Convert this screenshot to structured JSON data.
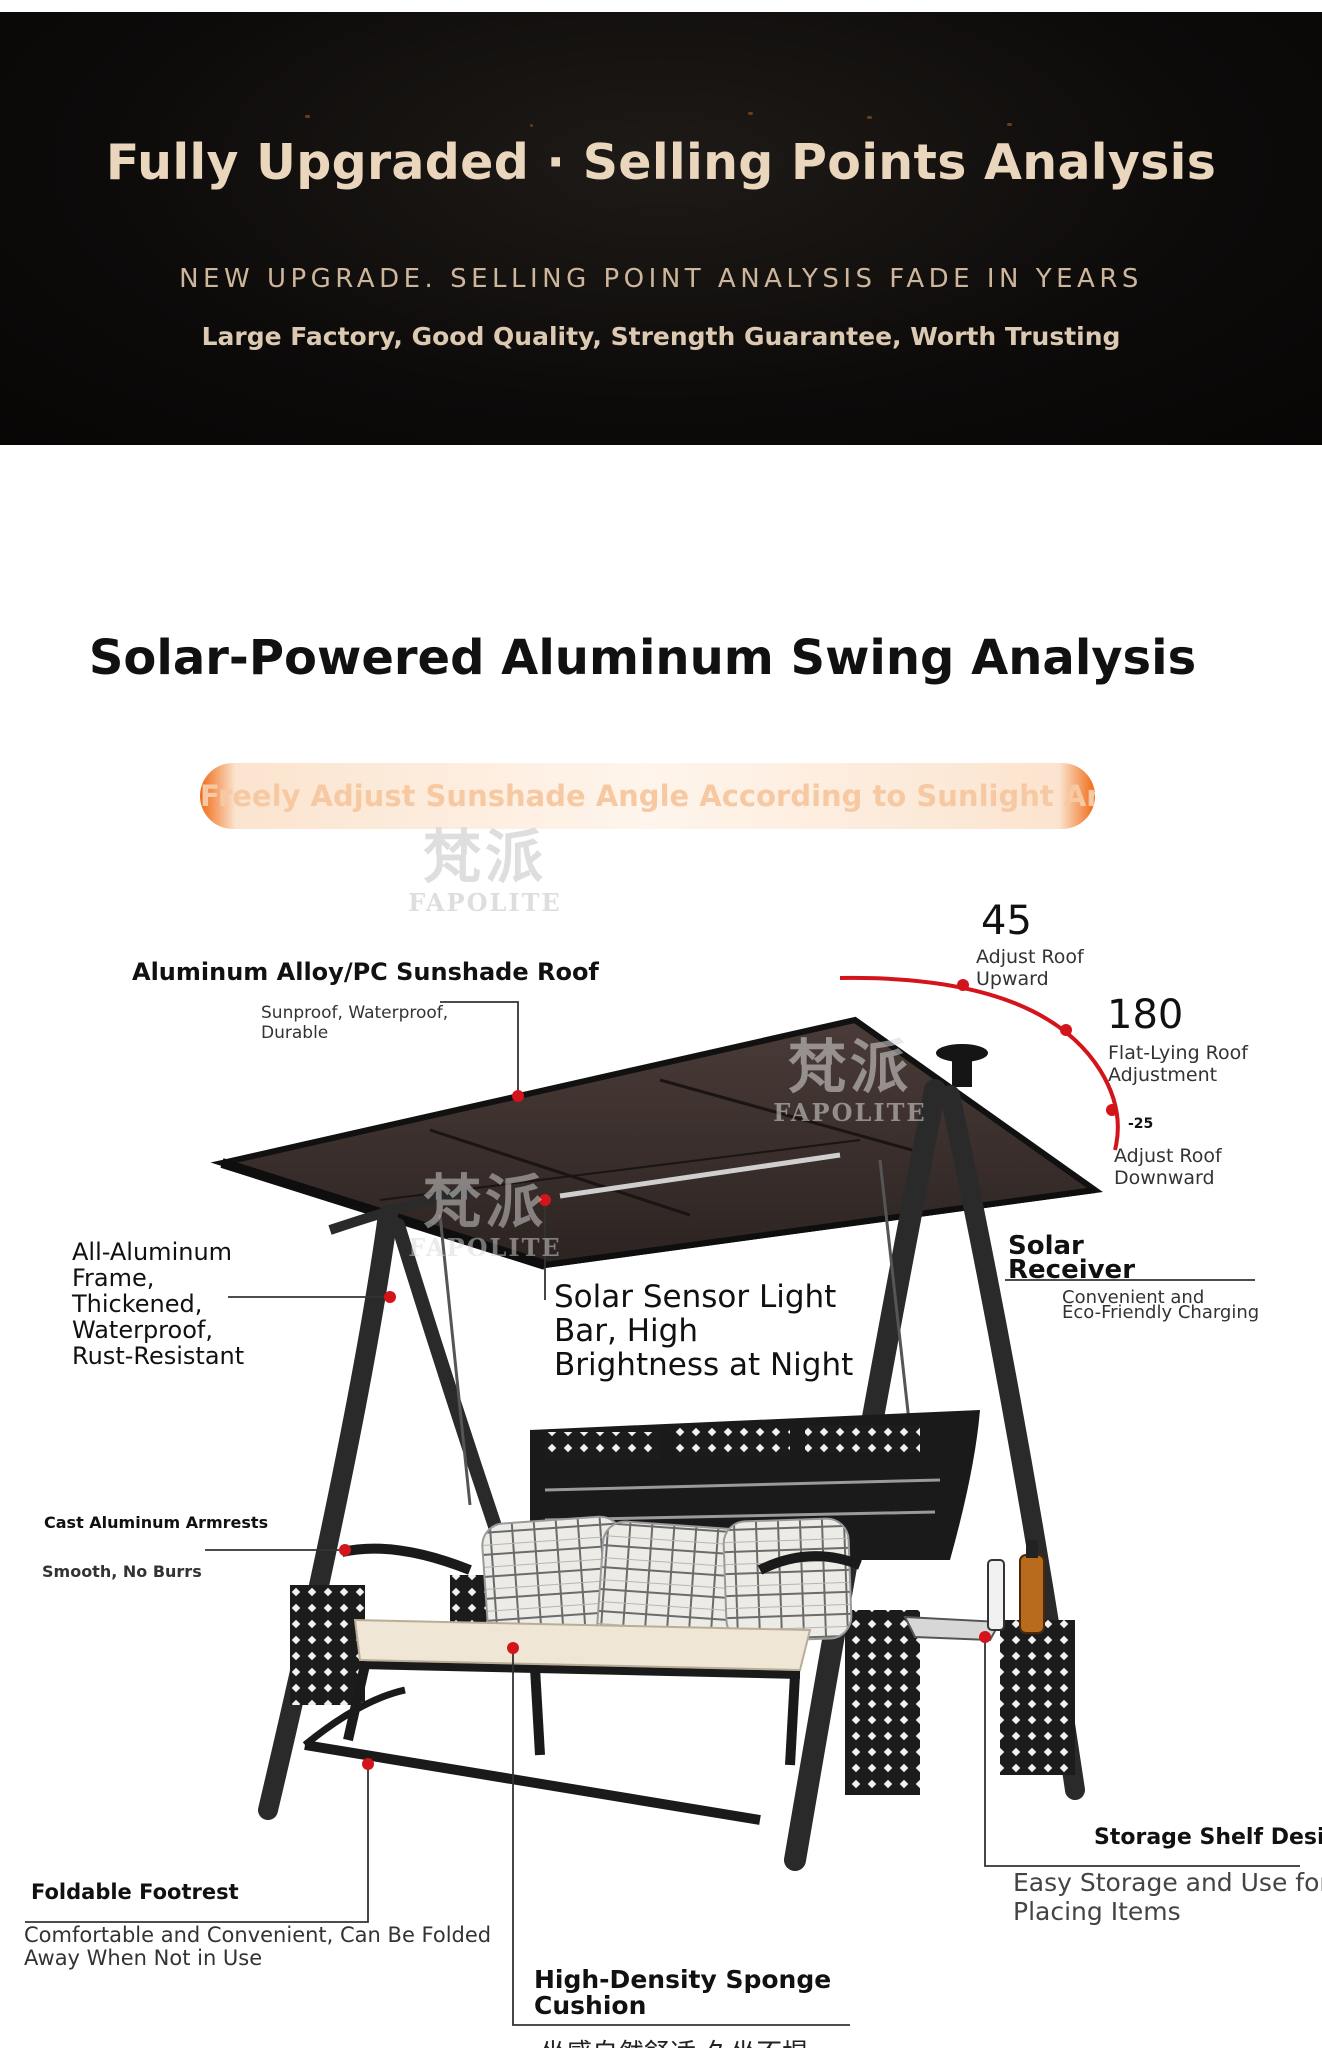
{
  "banner": {
    "title": "Fully Upgraded · Selling Points Analysis",
    "subtitle": "NEW UPGRADE. SELLING POINT ANALYSIS FADE IN YEARS",
    "tagline": "Large Factory, Good Quality, Strength Guarantee, Worth Trusting"
  },
  "section": {
    "title": "Solar-Powered Aluminum Swing Analysis",
    "pill": "Freely Adjust Sunshade Angle According to Sunlight Angle"
  },
  "callouts": {
    "roof_title": "Aluminum Alloy/PC Sunshade Roof",
    "roof_desc_1": "Sunproof, Waterproof,",
    "roof_desc_2": "Durable",
    "frame_1": "All-Aluminum",
    "frame_2": "Frame,",
    "frame_3": "Thickened,",
    "frame_4": "Waterproof,",
    "frame_5": "Rust-Resistant",
    "light_1": "Solar Sensor Light",
    "light_2": "Bar, High",
    "light_3": "Brightness at Night",
    "angle_up_value": "45",
    "angle_up_1": "Adjust Roof",
    "angle_up_2": "Upward",
    "angle_flat_value": "180",
    "angle_flat_1": "Flat-Lying Roof",
    "angle_flat_2": "Adjustment",
    "angle_down_value": "-25",
    "angle_down_1": "Adjust Roof",
    "angle_down_2": "Downward",
    "solar_1": "Solar",
    "solar_2": "Receiver",
    "solar_desc_1": "Convenient and",
    "solar_desc_2": "Eco-Friendly Charging",
    "armrest_title": "Cast Aluminum Armrests",
    "armrest_desc": "Smooth, No Burrs",
    "shelf_title": "Storage Shelf Design",
    "shelf_desc_1": "Easy Storage and Use for",
    "shelf_desc_2": "Placing Items",
    "footrest_title": "Foldable Footrest",
    "footrest_desc_1": "Comfortable and Convenient, Can Be Folded",
    "footrest_desc_2": "Away When Not in Use",
    "cushion_1": "High-Density Sponge",
    "cushion_2": "Cushion",
    "cushion_cn": "坐感自然舒适 久坐不塌"
  },
  "watermark": {
    "cn": "梵派",
    "en": "FAPOLITE"
  },
  "colors": {
    "banner_bg": "#0d0b0a",
    "banner_text": "#e9d6bd",
    "accent_orange": "#f06a16",
    "callout_red": "#d3141b",
    "frame": "#2a2a2a"
  }
}
